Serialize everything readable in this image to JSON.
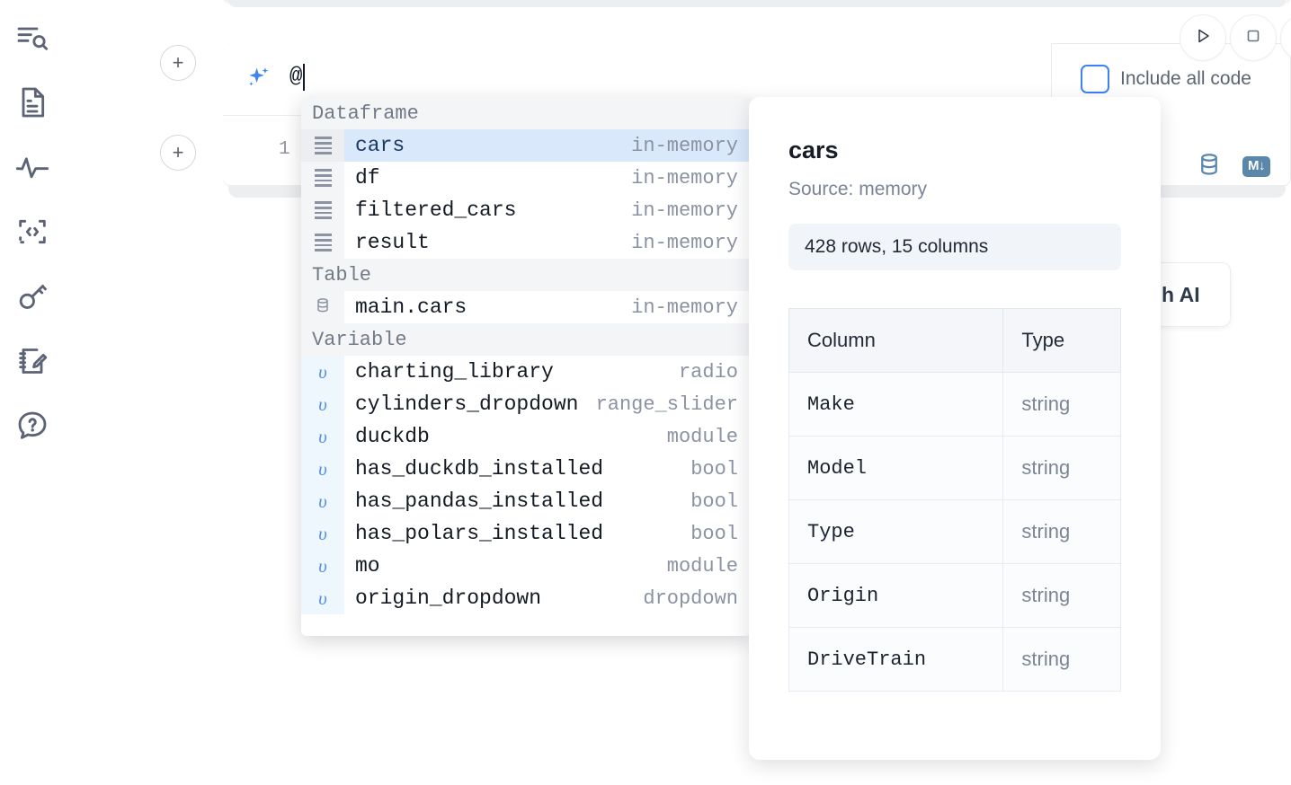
{
  "sidebar": {
    "items": [
      {
        "name": "outline-search-icon",
        "label": "Outline"
      },
      {
        "name": "file-text-icon",
        "label": "Notebook file"
      },
      {
        "name": "activity-pulse-icon",
        "label": "Activity"
      },
      {
        "name": "code-snippet-icon",
        "label": "Snippets"
      },
      {
        "name": "key-icon",
        "label": "Secrets"
      },
      {
        "name": "scratchpad-edit-icon",
        "label": "Scratchpad"
      },
      {
        "name": "help-chat-icon",
        "label": "Help"
      }
    ]
  },
  "toolbar": {
    "add_cell_label": "+",
    "run_label": "Run",
    "stop_label": "Stop",
    "include_all_code_label": "Include all code",
    "include_all_code_checked": false,
    "markdown_badge": "M↓",
    "database_icon_label": "Database",
    "ai_button_label": "h AI"
  },
  "prompt": {
    "value": "@",
    "placeholder": "",
    "ai_icon": "sparkle-icon",
    "line_number": "1"
  },
  "autocomplete": {
    "groups": [
      {
        "label": "Dataframe",
        "icon": "table-rows-icon",
        "items": [
          {
            "name": "cars",
            "type": "in-memory",
            "selected": true
          },
          {
            "name": "df",
            "type": "in-memory",
            "selected": false
          },
          {
            "name": "filtered_cars",
            "type": "in-memory",
            "selected": false
          },
          {
            "name": "result",
            "type": "in-memory",
            "selected": false
          }
        ]
      },
      {
        "label": "Table",
        "icon": "database-icon",
        "items": [
          {
            "name": "main.cars",
            "type": "in-memory",
            "selected": false
          }
        ]
      },
      {
        "label": "Variable",
        "icon": "variable-icon",
        "items": [
          {
            "name": "charting_library",
            "type": "radio",
            "selected": false
          },
          {
            "name": "cylinders_dropdown",
            "type": "range_slider",
            "selected": false
          },
          {
            "name": "duckdb",
            "type": "module",
            "selected": false
          },
          {
            "name": "has_duckdb_installed",
            "type": "bool",
            "selected": false
          },
          {
            "name": "has_pandas_installed",
            "type": "bool",
            "selected": false
          },
          {
            "name": "has_polars_installed",
            "type": "bool",
            "selected": false
          },
          {
            "name": "mo",
            "type": "module",
            "selected": false
          },
          {
            "name": "origin_dropdown",
            "type": "dropdown",
            "selected": false
          }
        ]
      }
    ]
  },
  "preview": {
    "title": "cars",
    "source": "Source: memory",
    "stats": "428 rows, 15 columns",
    "table": {
      "headers": [
        "Column",
        "Type"
      ],
      "rows": [
        {
          "column": "Make",
          "type": "string"
        },
        {
          "column": "Model",
          "type": "string"
        },
        {
          "column": "Type",
          "type": "string"
        },
        {
          "column": "Origin",
          "type": "string"
        },
        {
          "column": "DriveTrain",
          "type": "string"
        }
      ]
    }
  },
  "colors": {
    "accent_blue": "#3b82f6",
    "selected_row": "#d9e8fb",
    "steel_blue": "#5b87ab",
    "muted_text": "#8b93a2"
  }
}
